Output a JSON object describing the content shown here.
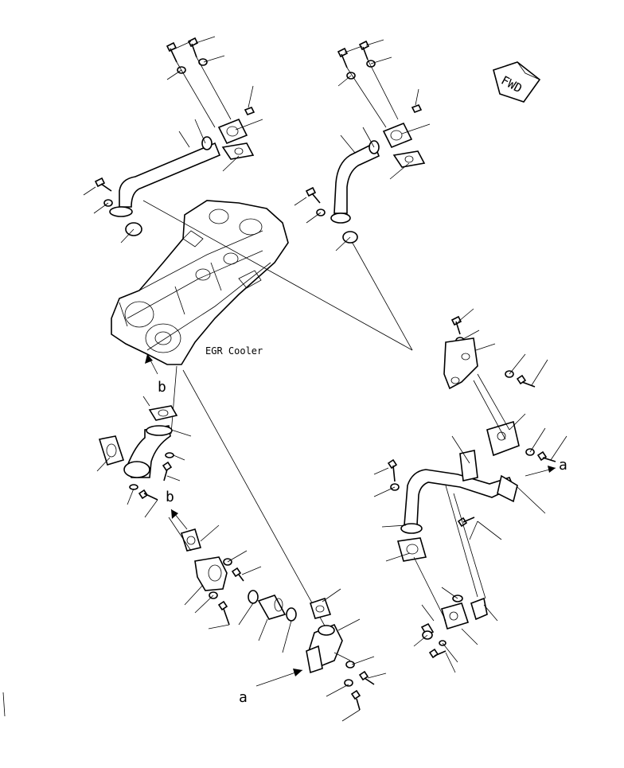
{
  "labels": {
    "egr_cooler": "EGR Cooler",
    "fwd": "FWD",
    "ref_a": "a",
    "ref_b": "b"
  },
  "colors": {
    "line": "#000000",
    "background": "#ffffff"
  }
}
